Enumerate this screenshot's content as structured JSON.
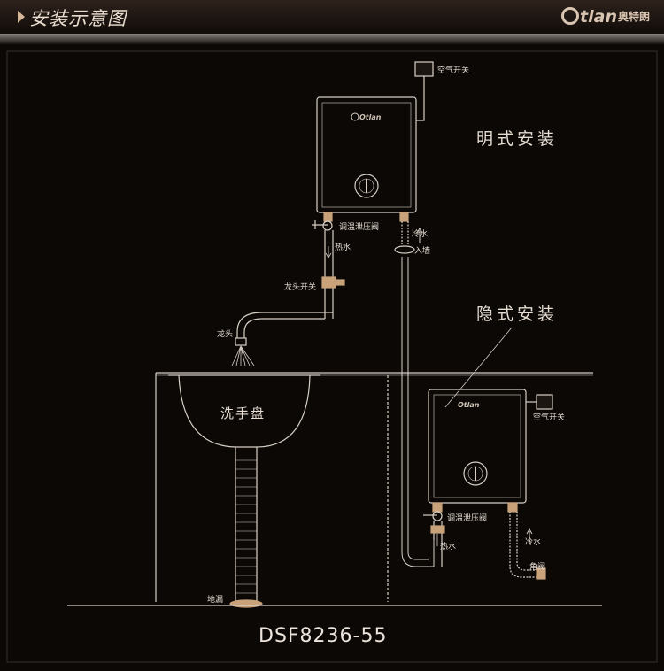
{
  "header": {
    "title": "安装示意图",
    "brand_latin": "tlan",
    "brand_cn": "奥特朗"
  },
  "diagram": {
    "surface_install": "明式安装",
    "concealed_install": "隐式安装",
    "air_switch_top": "空气开关",
    "air_switch_bottom": "空气开关",
    "pressure_valve_top": "调温泄压阀",
    "pressure_valve_bottom": "调温泄压阀",
    "hot_water_top": "热水",
    "hot_water_bottom": "热水",
    "cold_water_top": "冷水",
    "cold_water_bottom": "冷水",
    "wall_inlet": "入墙",
    "faucet_switch": "龙头开关",
    "faucet": "龙头",
    "washbasin": "洗手盘",
    "floor_drain": "地漏",
    "angle_valve": "角阀",
    "heater_logo_top": "Otlan",
    "heater_logo_bottom": "Otlan",
    "model": "DSF8236-55"
  },
  "colors": {
    "background": "#0b0806",
    "line": "#d8cfc6",
    "accent": "#c9a27a"
  },
  "icons": [
    "caret-right-icon",
    "otlan-logo-icon",
    "heater-dial-icon",
    "shower-spray-icon"
  ]
}
